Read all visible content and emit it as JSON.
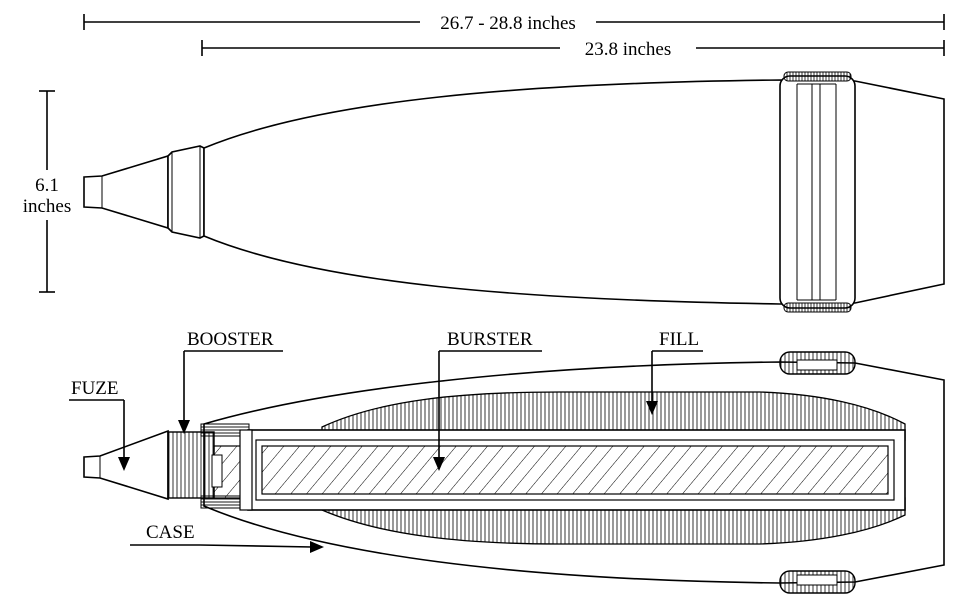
{
  "dimensions": {
    "overall_length": "26.7 - 28.8 inches",
    "body_length": "23.8 inches",
    "diameter_line1": "6.1",
    "diameter_line2": "inches"
  },
  "labels": {
    "booster": "BOOSTER",
    "burster": "BURSTER",
    "fill": "FILL",
    "fuze": "FUZE",
    "case": "CASE"
  }
}
